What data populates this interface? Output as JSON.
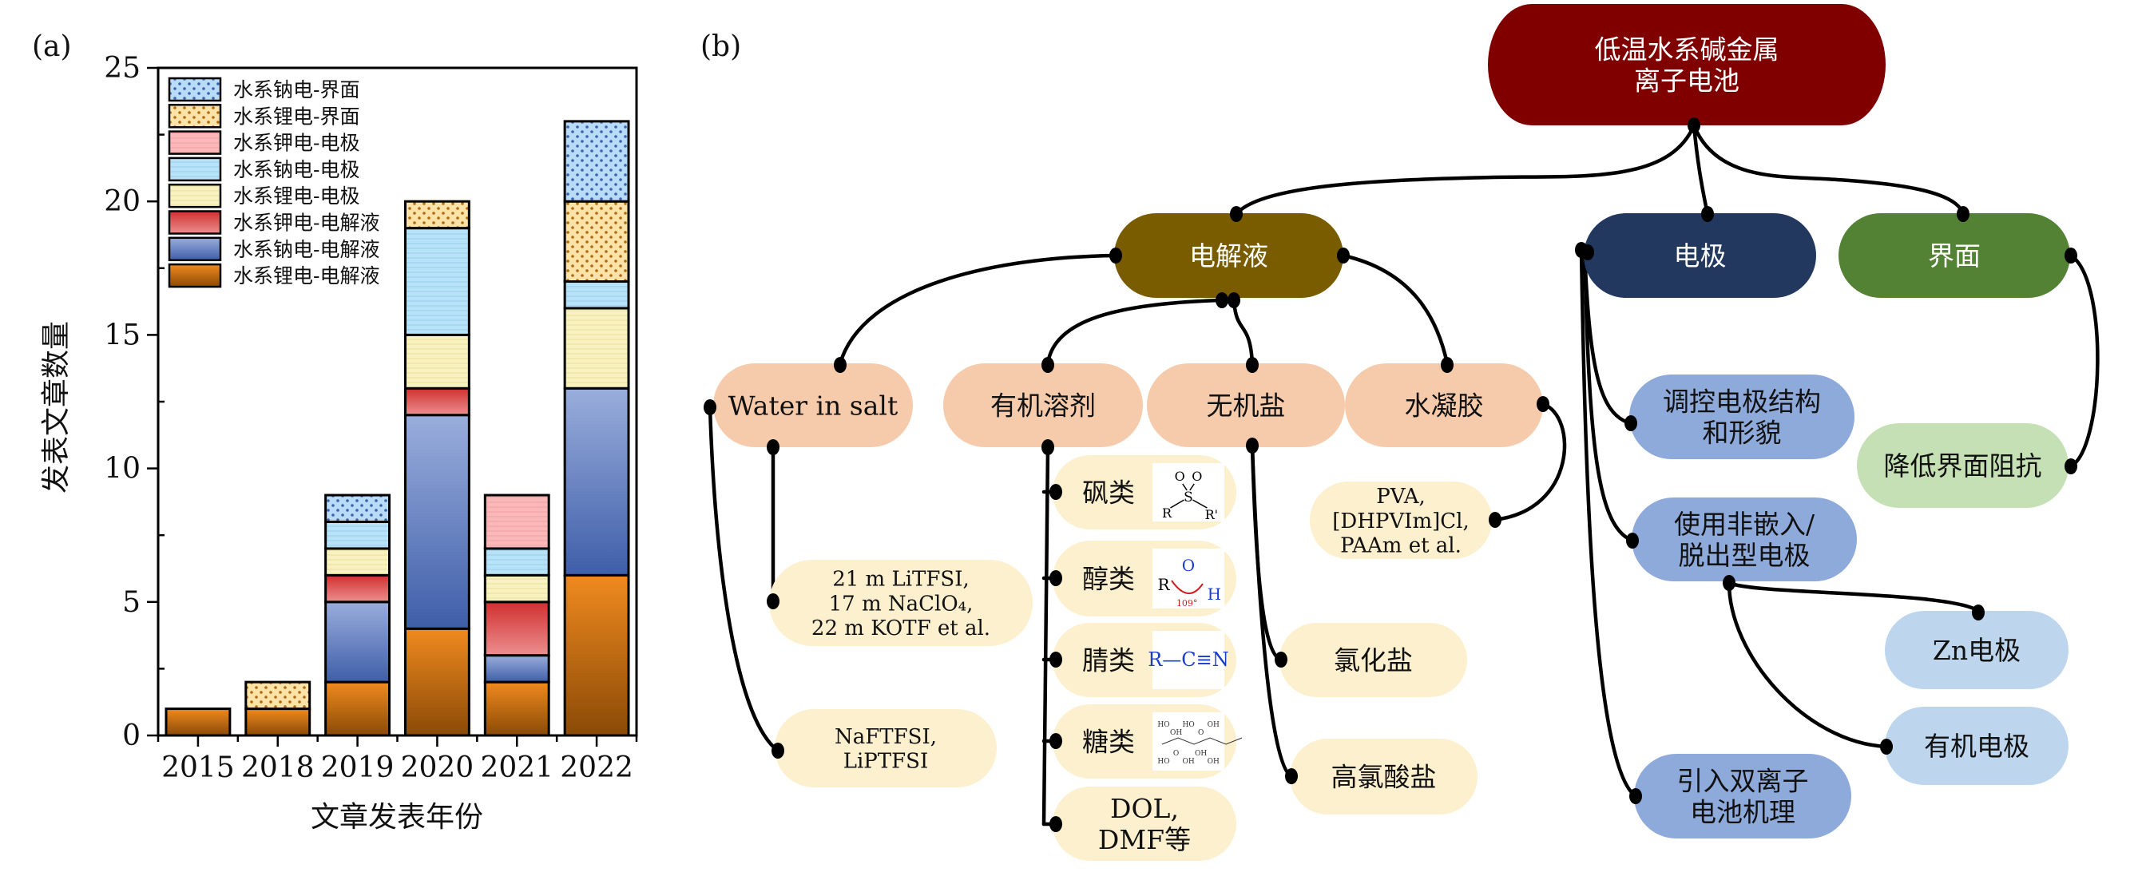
{
  "panel_a": {
    "label": "(a)",
    "chart_data": {
      "type": "bar",
      "stacked": true,
      "title": "",
      "xlabel": "文章发表年份",
      "ylabel": "发表文章数量",
      "categories": [
        "2015",
        "2018",
        "2019",
        "2020",
        "2021",
        "2022"
      ],
      "ylim": [
        0,
        25
      ],
      "yticks": [
        0,
        5,
        10,
        15,
        20,
        25
      ],
      "grid": false,
      "legend_position": "top-left",
      "series": [
        {
          "name": "水系锂电-电解液",
          "fill": "gradient",
          "color_top": "#f08a1f",
          "color_bottom": "#8a4a06",
          "values": [
            1,
            1,
            2,
            4,
            2,
            6
          ]
        },
        {
          "name": "水系钠电-电解液",
          "fill": "gradient",
          "color_top": "#9aaedc",
          "color_bottom": "#3f5ea9",
          "values": [
            0,
            0,
            3,
            8,
            1,
            7
          ]
        },
        {
          "name": "水系钾电-电解液",
          "fill": "gradient",
          "color_top": "#d03030",
          "color_bottom": "#ec8f8f",
          "values": [
            0,
            0,
            1,
            1,
            2,
            0
          ]
        },
        {
          "name": "水系锂电-电极",
          "fill": "lines",
          "color_top": "#f8f2c0",
          "color_bottom": "#f8f2c0",
          "values": [
            0,
            0,
            1,
            2,
            1,
            3
          ]
        },
        {
          "name": "水系钠电-电极",
          "fill": "lines",
          "color_top": "#b8e2f8",
          "color_bottom": "#b8e2f8",
          "values": [
            0,
            0,
            1,
            4,
            1,
            1
          ]
        },
        {
          "name": "水系钾电-电极",
          "fill": "lines",
          "color_top": "#fbb8b8",
          "color_bottom": "#fbb8b8",
          "values": [
            0,
            0,
            0,
            0,
            2,
            0
          ]
        },
        {
          "name": "水系锂电-界面",
          "fill": "dots",
          "color_top": "#fde3a8",
          "color_bottom": "#fde3a8",
          "dot_color": "#b06a10",
          "values": [
            0,
            1,
            0,
            1,
            0,
            3
          ]
        },
        {
          "name": "水系钠电-界面",
          "fill": "dots",
          "color_top": "#b8dcf8",
          "color_bottom": "#b8dcf8",
          "dot_color": "#3a62b0",
          "values": [
            0,
            0,
            1,
            0,
            0,
            3
          ]
        }
      ],
      "legend_order": [
        7,
        6,
        5,
        4,
        3,
        2,
        1,
        0
      ]
    }
  },
  "panel_b": {
    "label": "(b)",
    "colors": {
      "root": "#800000",
      "electrolyte": "#7a5c00",
      "electrode": "#22385e",
      "interface": "#548235",
      "level2_electrolyte": "#f6cbab",
      "leaf": "#fdf0cf",
      "electrode_sub": "#8eaadb",
      "electrode_leaf": "#bdd6ee",
      "interface_sub": "#c5e0b4",
      "connector": "#000000"
    },
    "nodes": {
      "root": "低温水系碱金属\n离子电池",
      "electrolyte": "电解液",
      "electrode": "电极",
      "interface": "界面",
      "water_in_salt": "Water in salt",
      "organic_solvent": "有机溶剂",
      "inorganic_salt": "无机盐",
      "hydrogel": "水凝胶",
      "wis_examples_1": "21 m LiTFSI,\n17 m NaClO₄,\n22 m KOTF et al.",
      "wis_examples_2": "NaFTFSI,\nLiPTFSI",
      "sulfone": "砜类",
      "alcohol": "醇类",
      "nitrile": "腈类",
      "sugar": "糖类",
      "dol_dmf": "DOL,\nDMF等",
      "chloride": "氯化盐",
      "perchlorate": "高氯酸盐",
      "hydrogel_examples": "PVA,\n[DHPVIm]Cl,\nPAAm et al.",
      "electrode_structure": "调控电极结构\n和形貌",
      "non_intercalation": "使用非嵌入/\n脱出型电极",
      "dual_ion": "引入双离子\n电池机理",
      "zn_electrode": "Zn电极",
      "organic_electrode": "有机电极",
      "reduce_impedance": "降低界面阻抗"
    },
    "structures": {
      "sulfone": {
        "atoms": [
          "O",
          "O",
          "S",
          "R",
          "R'"
        ]
      },
      "alcohol": {
        "atoms": [
          "R",
          "O",
          "H"
        ],
        "angle": "109°"
      },
      "nitrile": {
        "formula": "R—C≡N"
      },
      "sugar": {
        "labels": [
          "HO",
          "OH",
          "HO",
          "O",
          "OH",
          "HO",
          "O",
          "OH",
          "OH",
          "OH"
        ]
      }
    }
  }
}
